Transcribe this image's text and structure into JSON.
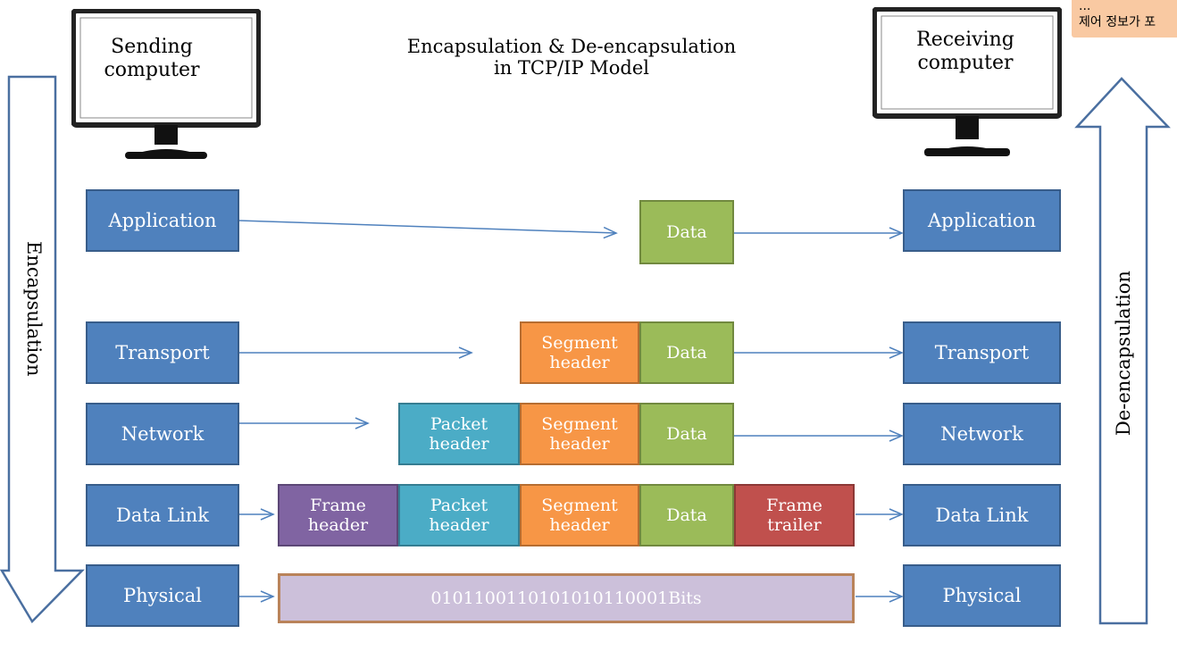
{
  "title": "Encapsulation & De-encapsulation\nin TCP/IP Model",
  "sender": {
    "label": "Sending\ncomputer"
  },
  "receiver": {
    "label": "Receiving\ncomputer"
  },
  "encapsulation_label": "Encapsulation",
  "deencapsulation_label": "De-encapsulation",
  "note": "...\n제어 정보가 포",
  "layers": {
    "application": "Application",
    "transport": "Transport",
    "network": "Network",
    "data_link": "Data Link",
    "physical": "Physical"
  },
  "units": {
    "data": "Data",
    "segment_header": "Segment\nheader",
    "packet_header": "Packet\nheader",
    "frame_header": "Frame\nheader",
    "frame_trailer": "Frame\ntrailer",
    "bits": "0101100110101010110001Bits"
  },
  "colors": {
    "layer_blue": "#4f81bd",
    "data_green": "#9bbb59",
    "segment_orange": "#f79646",
    "packet_teal": "#4bacc6",
    "frame_purple": "#8064a2",
    "trailer_red": "#c0504d",
    "bits_lavender": "#ccc0da",
    "arrow_line": "#4f81bd"
  }
}
